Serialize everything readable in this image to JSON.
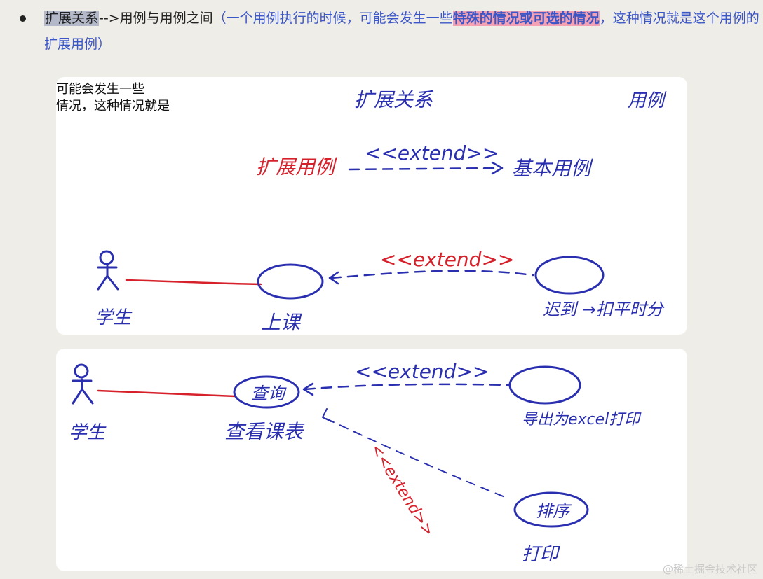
{
  "bullet": {
    "term": "扩展关系",
    "arrow_text": "-->用例与用例之间",
    "paren_open": "（",
    "paren_text1": "一个用例执行的时候，可能会发生一些",
    "emphasis": "特殊的情况或可选的情况",
    "paren_text2": "，这种情况就是这个用例的扩展用例",
    "paren_close": "）"
  },
  "card1": {
    "cut_text_line1": "可能会发生一些",
    "cut_text_line2": "情况，这种情况就是",
    "title": "扩展关系",
    "title_right": "用例",
    "ext_usecase": "扩展用例",
    "extend_label_top": "<<extend>>",
    "base_usecase": "基本用例",
    "actor_label": "学生",
    "extend_label": "<<extend>>",
    "base_ellipse_label": "上课",
    "ext_ellipse_label": "迟到 →扣平时分"
  },
  "card2": {
    "actor_label": "学生",
    "base_ellipse_text": "查询",
    "base_label": "查看课表",
    "extend_label_top": "<<extend>>",
    "ext1_label": "导出为excel打印",
    "extend_label_diag": "<<extend>>",
    "ext2_text": "排序",
    "ext2_label": "打印"
  },
  "watermark": "@稀土掘金技术社区",
  "colors": {
    "blue_ink": "#2a2fb0",
    "red_ink": "#d6202a",
    "accent_text": "#3b56c6",
    "highlight": "#f3a1b3"
  }
}
